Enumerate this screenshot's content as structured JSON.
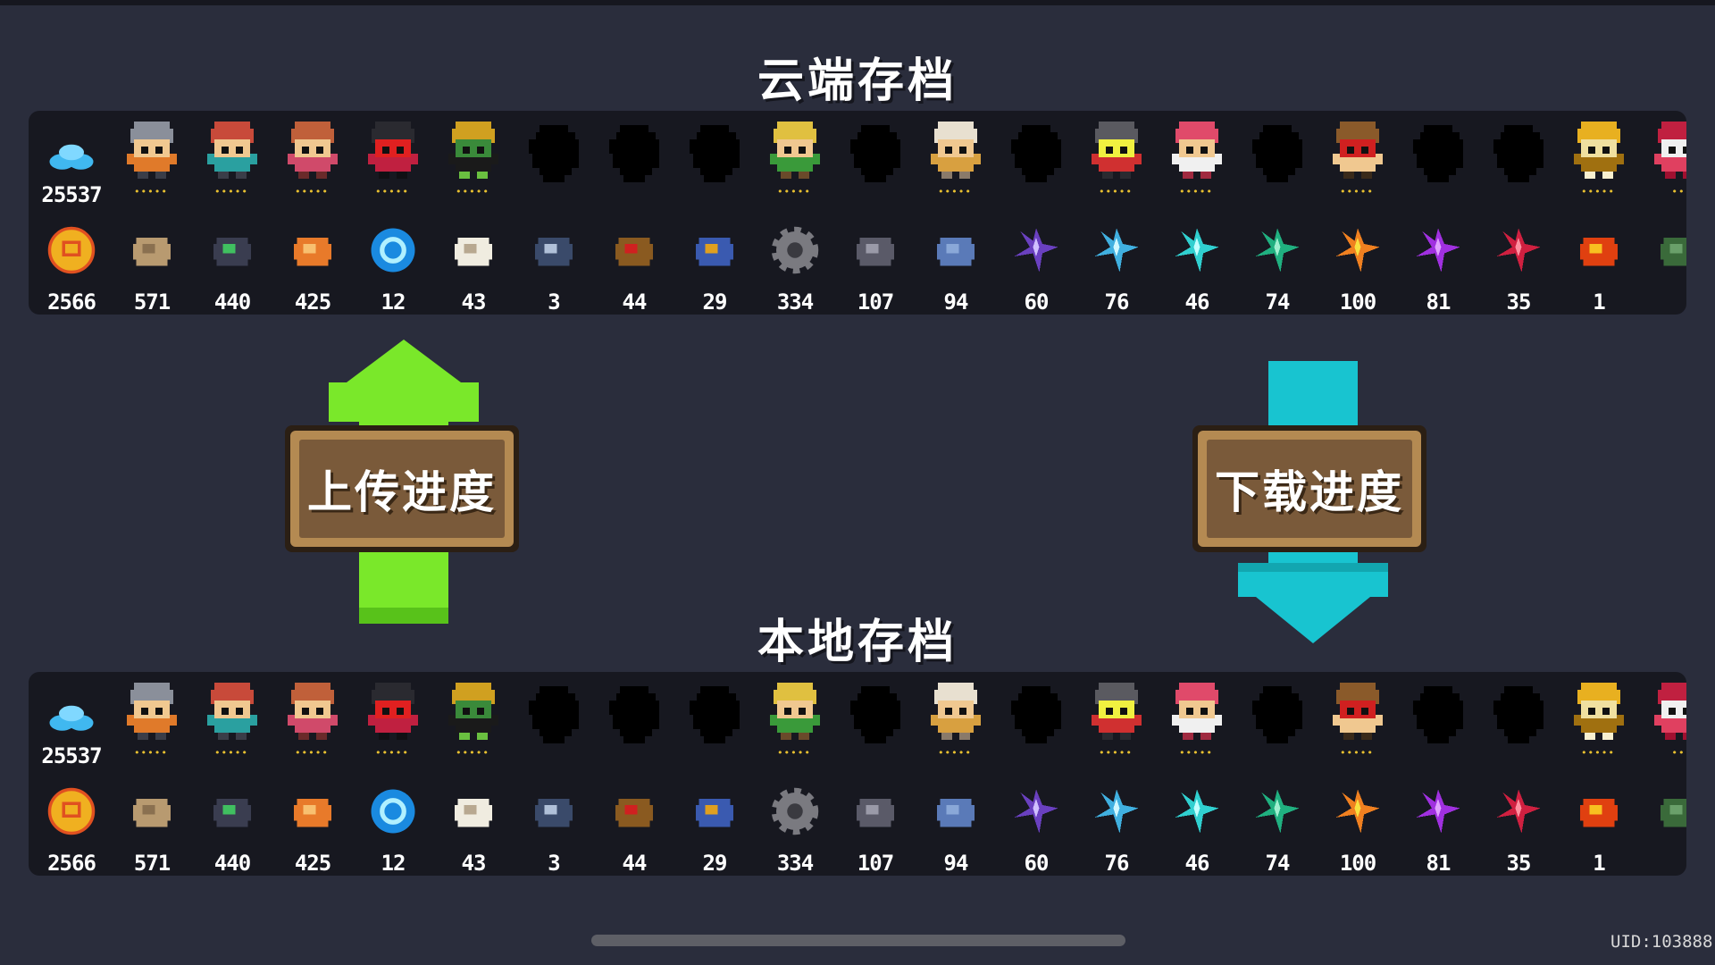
{
  "cloud_title": "云端存档",
  "local_title": "本地存档",
  "upload_label": "上传进度",
  "download_label": "下载进度",
  "uid": "UID:103888",
  "gems": "25537",
  "colors": {
    "background": "#2a2d3c",
    "panel": "#171820",
    "upload_arrow": "#7ae82a",
    "download_arrow": "#18c4d0",
    "board": "#7a5a3a",
    "star": "#e8c030"
  },
  "characters": [
    {
      "name": "knight",
      "owned": true,
      "stars": "•••••"
    },
    {
      "name": "rogue",
      "owned": true,
      "stars": "•••••"
    },
    {
      "name": "witch",
      "owned": true,
      "stars": "•••••"
    },
    {
      "name": "assassin",
      "owned": true,
      "stars": "•••••"
    },
    {
      "name": "robot",
      "owned": true,
      "stars": "•••••"
    },
    {
      "name": "locked",
      "owned": false,
      "stars": ""
    },
    {
      "name": "locked",
      "owned": false,
      "stars": ""
    },
    {
      "name": "locked",
      "owned": false,
      "stars": ""
    },
    {
      "name": "elf",
      "owned": true,
      "stars": "•••••"
    },
    {
      "name": "locked",
      "owned": false,
      "stars": ""
    },
    {
      "name": "priest",
      "owned": true,
      "stars": "•••••"
    },
    {
      "name": "locked",
      "owned": false,
      "stars": ""
    },
    {
      "name": "werewolf",
      "owned": true,
      "stars": "•••••"
    },
    {
      "name": "berserker",
      "owned": true,
      "stars": "•••••"
    },
    {
      "name": "locked",
      "owned": false,
      "stars": ""
    },
    {
      "name": "officer",
      "owned": true,
      "stars": "•••••"
    },
    {
      "name": "locked",
      "owned": false,
      "stars": ""
    },
    {
      "name": "locked",
      "owned": false,
      "stars": ""
    },
    {
      "name": "golden-beast",
      "owned": true,
      "stars": "•••••"
    },
    {
      "name": "partial",
      "owned": true,
      "stars": "••"
    }
  ],
  "materials": [
    {
      "icon": "gold-coin-icon",
      "count": "2566"
    },
    {
      "icon": "fabric-icon",
      "count": "571"
    },
    {
      "icon": "battery-icon",
      "count": "440"
    },
    {
      "icon": "ore-icon",
      "count": "425"
    },
    {
      "icon": "energy-orb-icon",
      "count": "12"
    },
    {
      "icon": "seed-bag-icon",
      "count": "43"
    },
    {
      "icon": "fish-icon",
      "count": "3"
    },
    {
      "icon": "horn-icon",
      "count": "44"
    },
    {
      "icon": "shell-icon",
      "count": "29"
    },
    {
      "icon": "gear-icon",
      "count": "334"
    },
    {
      "icon": "iron-ore-icon",
      "count": "107"
    },
    {
      "icon": "cloth-icon",
      "count": "94"
    },
    {
      "icon": "purple-crystal-icon",
      "count": "60"
    },
    {
      "icon": "ice-crystal-icon",
      "count": "76"
    },
    {
      "icon": "cyan-crystal-icon",
      "count": "46"
    },
    {
      "icon": "green-crystal-icon",
      "count": "74"
    },
    {
      "icon": "fire-crystal-icon",
      "count": "100"
    },
    {
      "icon": "violet-crystal-icon",
      "count": "81"
    },
    {
      "icon": "red-crystal-icon",
      "count": "35"
    },
    {
      "icon": "pumpkin-icon",
      "count": "1"
    },
    {
      "icon": "partial-icon",
      "count": ""
    }
  ]
}
